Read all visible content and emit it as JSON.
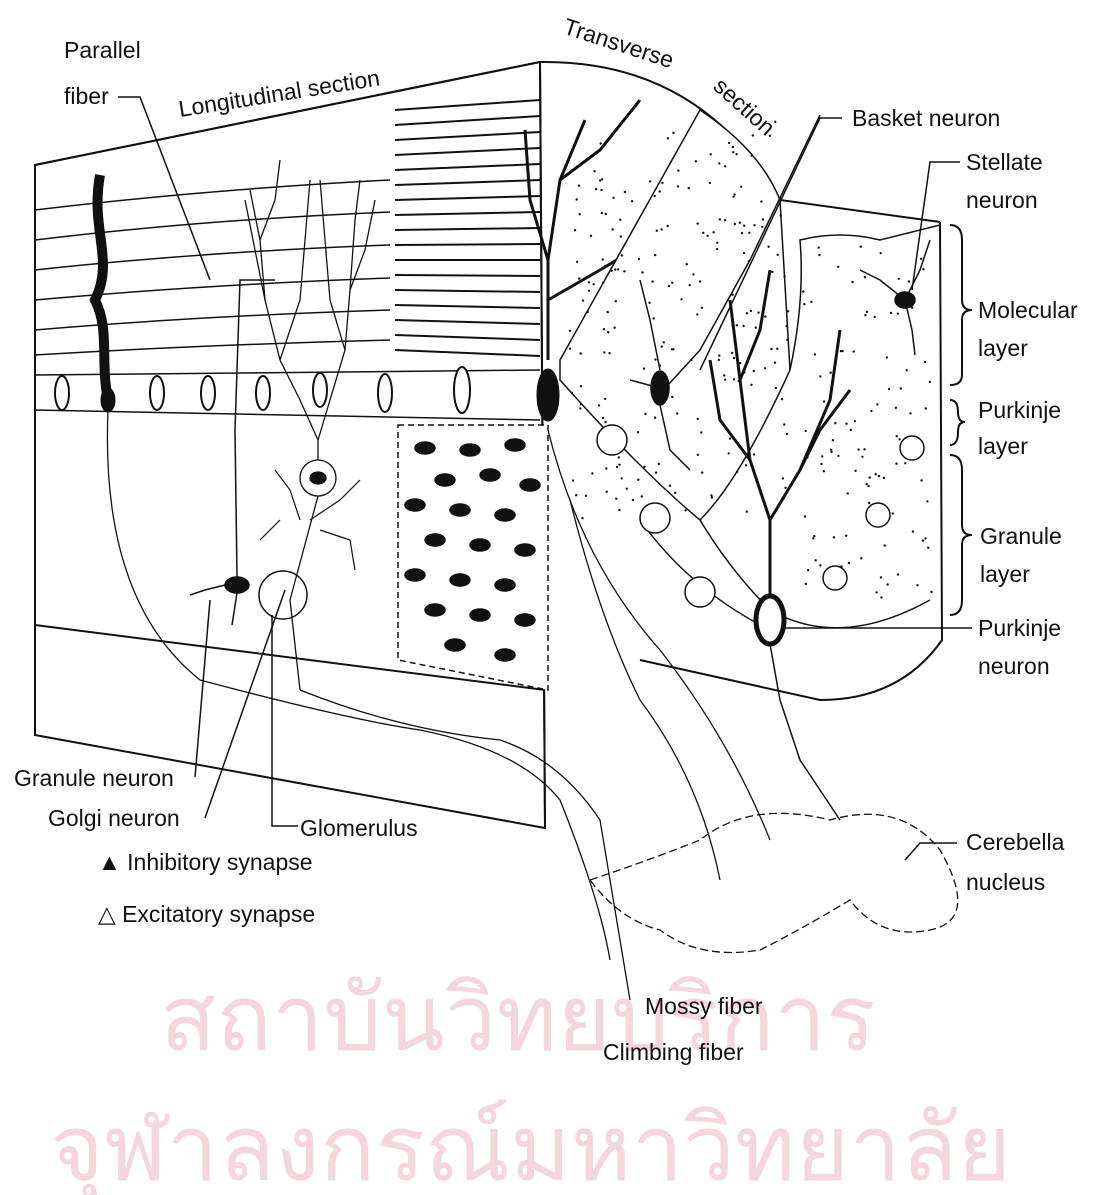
{
  "labels": {
    "parallel_fiber": [
      "Parallel",
      "fiber"
    ],
    "longitudinal_section": "Longitudinal section",
    "transverse": "Transverse",
    "section": "section",
    "basket_neuron": "Basket neuron",
    "stellate_neuron": [
      "Stellate",
      "neuron"
    ],
    "molecular_layer": [
      "Molecular",
      "layer"
    ],
    "purkinje_layer": [
      "Purkinje",
      "layer"
    ],
    "granule_layer": [
      "Granule",
      "layer"
    ],
    "purkinje_neuron": [
      "Purkinje",
      "neuron"
    ],
    "granule_neuron": "Granule neuron",
    "golgi_neuron": "Golgi neuron",
    "glomerulus": "Glomerulus",
    "inhibitory_synapse": "▲ Inhibitory synapse",
    "excitatory_synapse": "△ Excitatory synapse",
    "cerebella_nucleus": [
      "Cerebella",
      "nucleus"
    ],
    "mossy_fiber": "Mossy fiber",
    "climbing_fiber": "Climbing fiber"
  },
  "watermark": [
    "สถาบันวิทยบริการ",
    "จุฬาลงกรณ์มหาวิทยาลัย"
  ],
  "colors": {
    "ink": "#111111",
    "watermark": "#f4d6dc",
    "background": "#ffffff"
  }
}
